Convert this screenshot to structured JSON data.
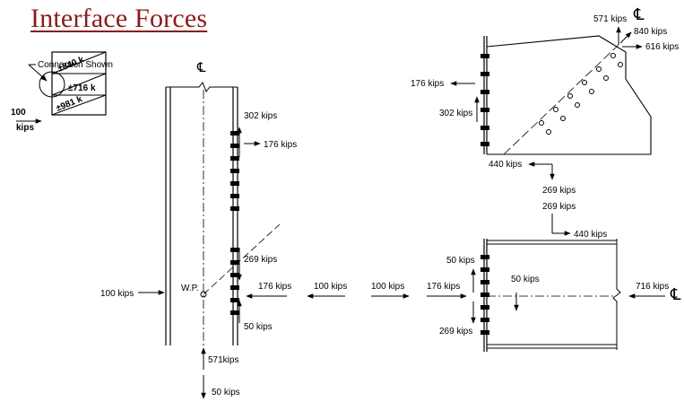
{
  "title": "Interface Forces",
  "key": {
    "connection_label": "Connection Shown",
    "load_value": "100",
    "load_unit": "kips",
    "force_top": "±840 k",
    "force_mid": "±716 k",
    "force_bottom": "±981 k"
  },
  "column": {
    "centerline_symbol": "℄",
    "work_point": "W.P.",
    "left_load": "100 kips",
    "right_load": "100 kips",
    "gusset_shear_in": "176 kips",
    "top_vertical": "302 kips",
    "top_horizontal": "176 kips",
    "mid_vertical": "269 kips",
    "bottom_vertical": "50 kips",
    "axial_below": "571kips",
    "shear_below": "50 kips"
  },
  "brace_gusset": {
    "centerline_symbol": "℄",
    "brace_force": "571 kips",
    "brace_vertical": "840 kips",
    "brace_horizontal": "616 kips",
    "left_horizontal": "176 kips",
    "left_vertical": "302 kips",
    "bottom_horizontal": "440 kips",
    "bottom_vertical": "269 kips"
  },
  "beam": {
    "top_vertical": "269 kips",
    "top_horizontal": "440 kips",
    "upper_left_vertical": "50 kips",
    "web_vertical": "50 kips",
    "lower_left_vertical": "269 kips",
    "left_horizontal": "100 kips",
    "left_inner_horizontal": "176 kips",
    "axial_right": "716 kips",
    "centerline_symbol": "℄"
  }
}
